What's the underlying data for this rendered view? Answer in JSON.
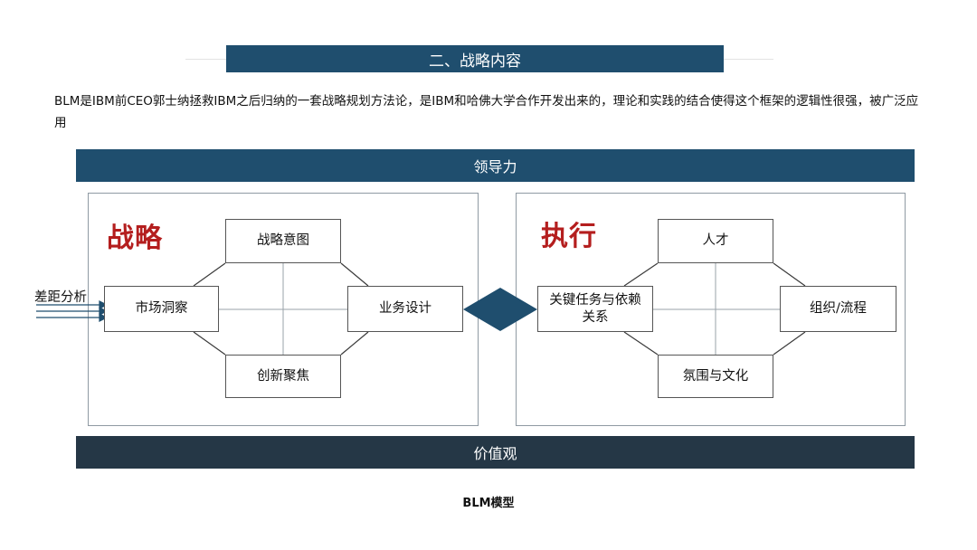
{
  "section_title": "二、战略内容",
  "intro_text": "BLM是IBM前CEO郭士纳拯救IBM之后归纳的一套战略规划方法论，是IBM和哈佛大学合作开发出来的，理论和实践的结合使得这个框架的逻辑性很强，被广泛应用",
  "diagram": {
    "top_band": "领导力",
    "bottom_band": "价值观",
    "gap_label": "差距分析",
    "strategy": {
      "title": "战略",
      "nodes": {
        "top": "战略意图",
        "left": "市场洞察",
        "right": "业务设计",
        "bottom": "创新聚焦"
      }
    },
    "execution": {
      "title": "执行",
      "nodes": {
        "top": "人才",
        "left": "关键任务与依赖关系",
        "right": "组织/流程",
        "bottom": "氛围与文化"
      }
    }
  },
  "caption": "BLM模型",
  "colors": {
    "primary_blue": "#1f4e6e",
    "dark_band": "#253746",
    "accent_red": "#b41e1e"
  }
}
